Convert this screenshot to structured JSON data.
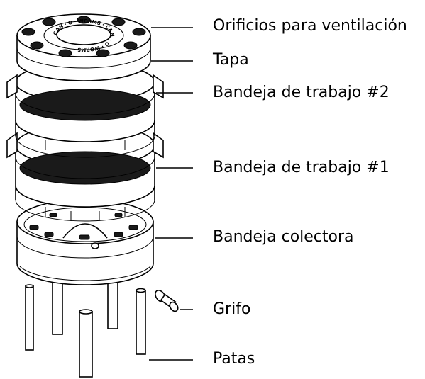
{
  "diagram": {
    "labels": [
      {
        "id": "vent",
        "text": "Orificios para ventilación"
      },
      {
        "id": "lid",
        "text": "Tapa"
      },
      {
        "id": "tray2",
        "text": "Bandeja de trabajo #2"
      },
      {
        "id": "tray1",
        "text": "Bandeja de trabajo #1"
      },
      {
        "id": "collector",
        "text": "Bandeja colectora"
      },
      {
        "id": "tap",
        "text": "Grifo"
      },
      {
        "id": "legs",
        "text": "Patas"
      }
    ],
    "lid_ring_text": "CAN · O · WORMS · CAN · O · WORMS"
  }
}
